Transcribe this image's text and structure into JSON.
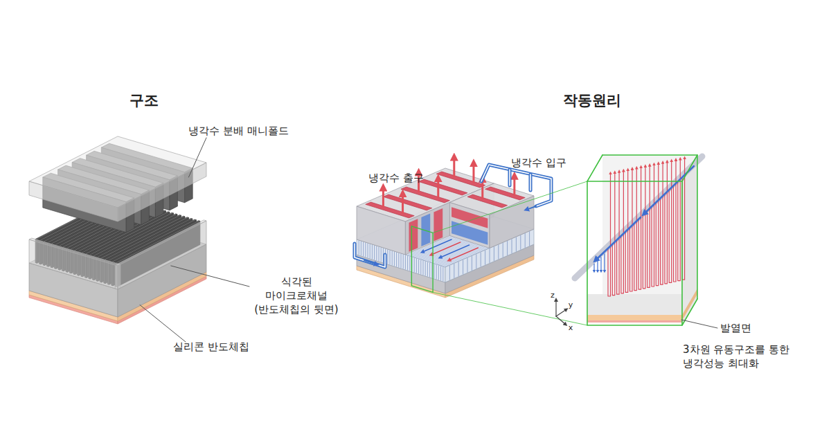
{
  "diagram": {
    "labels": [
      "구조",
      "냉각수 분배 매니폴드",
      "식각된 마이크로채널 (반도체칩의 뒷면)",
      "실리콘 반도체칩",
      "작동원리",
      "냉각수 출구",
      "냉각수 입구",
      "발열면",
      "3차원 유동구조를 통한 냉각성능 최대화",
      "z",
      "y",
      "x"
    ]
  }
}
